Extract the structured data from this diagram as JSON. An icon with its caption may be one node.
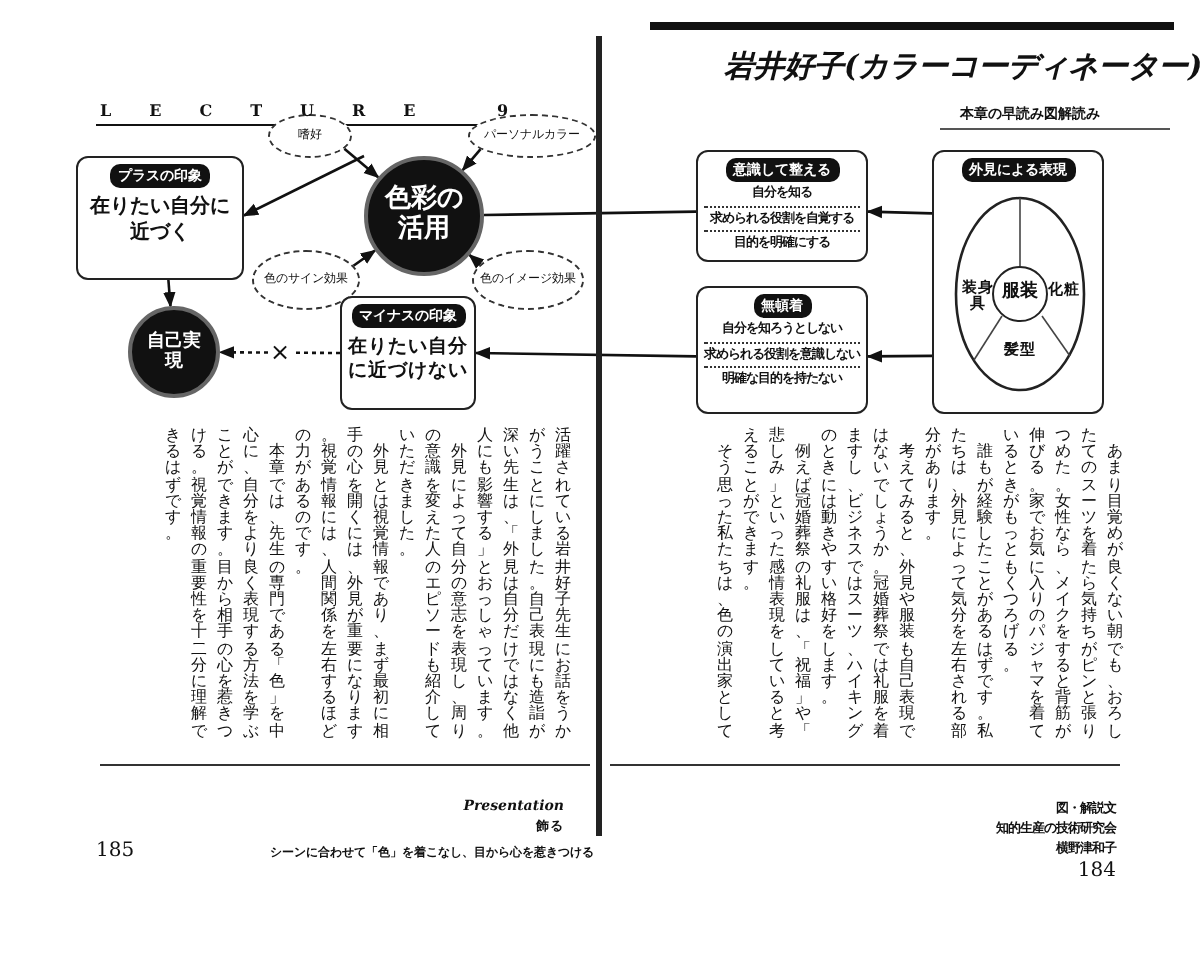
{
  "diagram": {
    "nodes": [
      {
        "text": [
          "プラスの印象",
          "在りたい自分に近づく"
        ]
      },
      {
        "text": [
          "色彩の活用"
        ]
      },
      {
        "text": [
          "嗜好"
        ]
      },
      {
        "text": [
          "パーソナルカラー"
        ]
      },
      {
        "text": [
          "色のサイン効果"
        ]
      },
      {
        "text": [
          "色のイメージ効果"
        ]
      },
      {
        "text": [
          "自己実現"
        ]
      },
      {
        "text": [
          "マイナスの印象",
          "在りたい自分に近づけない"
        ]
      },
      {
        "text": [
          "意識して整える",
          "自分を知る",
          "求められる役割を自覚する",
          "目的を明確にする"
        ]
      },
      {
        "text": [
          "無頓着",
          "自分を知ろうとしない",
          "求められる役割を意識しない",
          "明確な目的を持たない"
        ]
      },
      {
        "text": [
          "外見による表現"
        ]
      },
      {
        "text": [],
        "shape": "circle",
        "in": 10
      },
      {
        "text": [
          "装身具"
        ],
        "in": 11
      },
      {
        "text": [
          "服装"
        ],
        "in": 11
      },
      {
        "text": [
          "化粧"
        ],
        "in": 11
      },
      {
        "text": [
          "髪型"
        ],
        "in": 11
      }
    ],
    "edges": [
      {
        "from": 2,
        "to": 1,
        "arrow": "to"
      },
      {
        "from": 3,
        "to": 1,
        "arrow": "to"
      },
      {
        "from": 4,
        "to": 1,
        "arrow": "to"
      },
      {
        "from": 5,
        "to": 1,
        "arrow": "to"
      },
      {
        "from": 1,
        "to": 0,
        "arrow": "to"
      },
      {
        "from": 0,
        "to": 6,
        "arrow": "to"
      },
      {
        "from": 7,
        "to": 6,
        "arrow": "to",
        "style": "dashed",
        "label": "×"
      },
      {
        "from": 10,
        "to": 8,
        "arrow": "to"
      },
      {
        "from": 10,
        "to": 9,
        "arrow": "to"
      },
      {
        "from": 8,
        "to": 1,
        "arrow": "none"
      },
      {
        "from": 9,
        "to": 7,
        "arrow": "to"
      }
    ],
    "labels": [
      "岩井好子(カラーコーディネーター)",
      "本章の早読み図解読み",
      "LECTURE 9",
      "あまり目覚めが良くない朝でも、おろしたてのスーツを着たら気持ちがピンと張りつめた。女性なら、メイクをすると背筋が伸びる。家でお気に入りのパジャマを着ているときがもっともくつろげる。",
      "誰もが経験したことがあるはずです。私たちは、外見によって気分を左右される部分があります。",
      "考えてみると、外見や服装も自己表現ではないでしょうか。冠婚葬祭では礼服を着ますし、ビジネスではスーツ、ハイキングのときには動きやすい格好をします。",
      "例えば冠婚葬祭の礼服は、「祝福」や「悲しみ」といった感情表現をしていると考えることができます。",
      "そう思った私たちは、色の演出家として",
      "活躍されている岩井好子先生にお話をうかがうことにしました。自己表現にも造詣が深い先生は、「外見は自分だけではなく他人にも影響する」とおっしゃっています。",
      "外見によって自分の意志を表現し、周りの意識を変えた人のエピソードも紹介していただきました。",
      "外見とは視覚情報であり、まず最初に相手の心を開くには、外見が重要になります。視覚情報には、人間関係を左右するほどの力があるのです。",
      "本章では、先生の専門である「色」を中心に、自分をより良く表現する方法を学ぶことができます。目から相手の心を惹きつける。視覚情報の重要性を十二分に理解できるはずです。",
      "Presentation",
      "飾る",
      "シーンに合わせて「色」を着こなし、目から心を惹きつける",
      "185",
      "図・解説文",
      "知的生産の技術研究会",
      "横野津和子",
      "184"
    ]
  }
}
